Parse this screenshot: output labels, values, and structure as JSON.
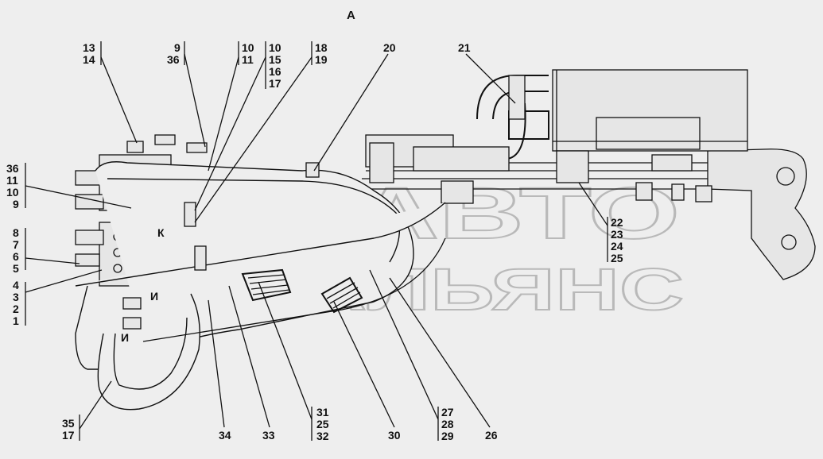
{
  "view_title": "А",
  "watermark": {
    "line1": "АВТО",
    "line2": "АЛЬЯНС"
  },
  "marks": {
    "k": "К",
    "i1": "И",
    "i2": "И"
  },
  "callouts": {
    "c13_14": [
      "13",
      "14"
    ],
    "c9_36": [
      "9",
      "36"
    ],
    "c10_11": [
      "10",
      "11"
    ],
    "c10_17": [
      "10",
      "15",
      "16",
      "17"
    ],
    "c18_19": [
      "18",
      "19"
    ],
    "c20": [
      "20"
    ],
    "c21": [
      "21"
    ],
    "c36_9": [
      "36",
      "11",
      "10",
      "9"
    ],
    "c8_5": [
      "8",
      "7",
      "6",
      "5"
    ],
    "c4_1": [
      "4",
      "3",
      "2",
      "1"
    ],
    "c22_25": [
      "22",
      "23",
      "24",
      "25"
    ],
    "c35_17": [
      "35",
      "17"
    ],
    "c34": [
      "34"
    ],
    "c33": [
      "33"
    ],
    "c31_32": [
      "31",
      "25",
      "32"
    ],
    "c30": [
      "30"
    ],
    "c27_29": [
      "27",
      "28",
      "29"
    ],
    "c26": [
      "26"
    ]
  }
}
